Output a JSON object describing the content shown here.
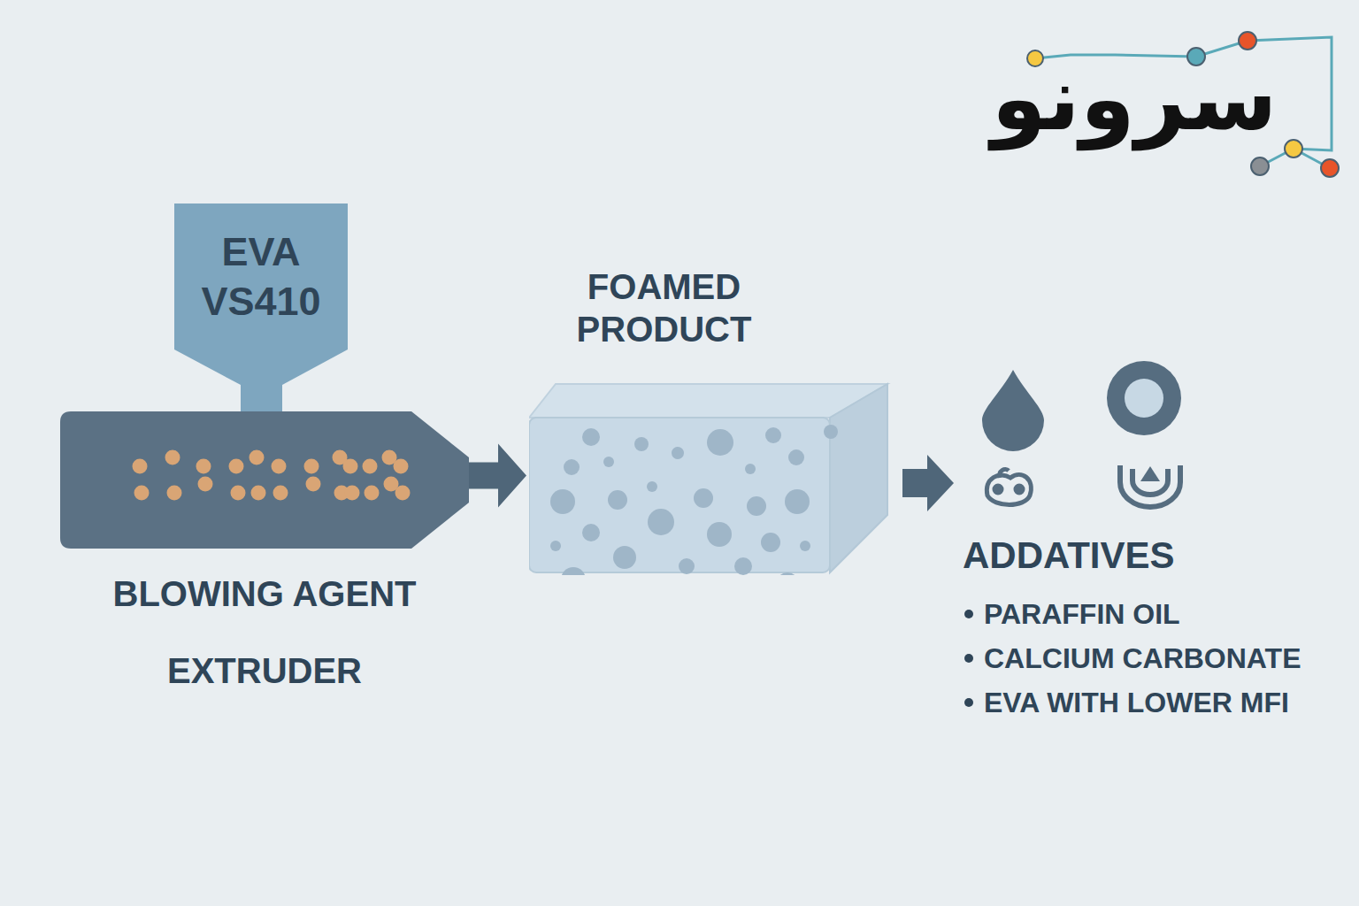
{
  "diagram": {
    "nodes": [
      {
        "text": [
          "EVA VS410"
        ]
      },
      {
        "text": [
          "BLOWING AGENT",
          "EXTRUDER"
        ]
      },
      {
        "text": [
          "FOAMED PRODUCT"
        ]
      }
    ],
    "edges": [
      {
        "from": 0,
        "to": 1,
        "arrow": "none"
      },
      {
        "from": 1,
        "to": 2,
        "arrow": "to"
      }
    ],
    "labels": [
      "ADDATIVES",
      "PARAFFIN OIL",
      "CALCIUM CARBONATE",
      "EVA WITH LOWER MFI",
      "سرونو"
    ]
  }
}
